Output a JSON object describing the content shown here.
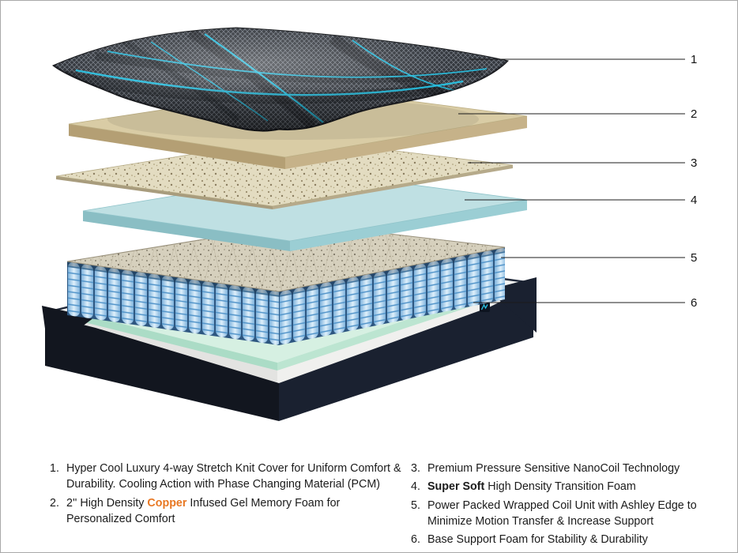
{
  "callouts": [
    {
      "label": "1"
    },
    {
      "label": "2"
    },
    {
      "label": "3"
    },
    {
      "label": "4"
    },
    {
      "label": "5"
    },
    {
      "label": "6"
    }
  ],
  "legend": {
    "left_column": [
      {
        "number": "1.",
        "parts": [
          {
            "text": "Hyper Cool Luxury 4-way Stretch Knit Cover for Uniform Comfort & Durability. Cooling Action with Phase Changing Material (PCM)"
          }
        ]
      },
      {
        "number": "2.",
        "parts": [
          {
            "text": "2'' High Density "
          },
          {
            "text": "Copper",
            "style": "copper"
          },
          {
            "text": " Infused Gel Memory Foam for Personalized Comfort"
          }
        ]
      }
    ],
    "right_column": [
      {
        "number": "3.",
        "parts": [
          {
            "text": "Premium Pressure Sensitive NanoCoil Technology"
          }
        ]
      },
      {
        "number": "4.",
        "parts": [
          {
            "text": "Super Soft",
            "style": "bold"
          },
          {
            "text": " High Density Transition Foam"
          }
        ]
      },
      {
        "number": "5.",
        "parts": [
          {
            "text": "Power Packed Wrapped Coil Unit with Ashley Edge to Minimize Motion Transfer & Increase Support"
          }
        ]
      },
      {
        "number": "6.",
        "parts": [
          {
            "text": "Base Support Foam for Stability & Durability"
          }
        ]
      }
    ]
  },
  "colors": {
    "copper_highlight": "#e87722",
    "accent_cyan": "#29c2e3",
    "cover_dark": "#34383e",
    "memory_foam_tan": "#d9cca5",
    "nanocoil_beige": "#e3dcc1",
    "transition_foam_blue": "#bfe0e3",
    "coil_blue": "#a9d3ef",
    "base_foam_green": "#d6f0e2",
    "base_shell_navy": "#161b26",
    "callout_line": "#1c1c1c"
  }
}
